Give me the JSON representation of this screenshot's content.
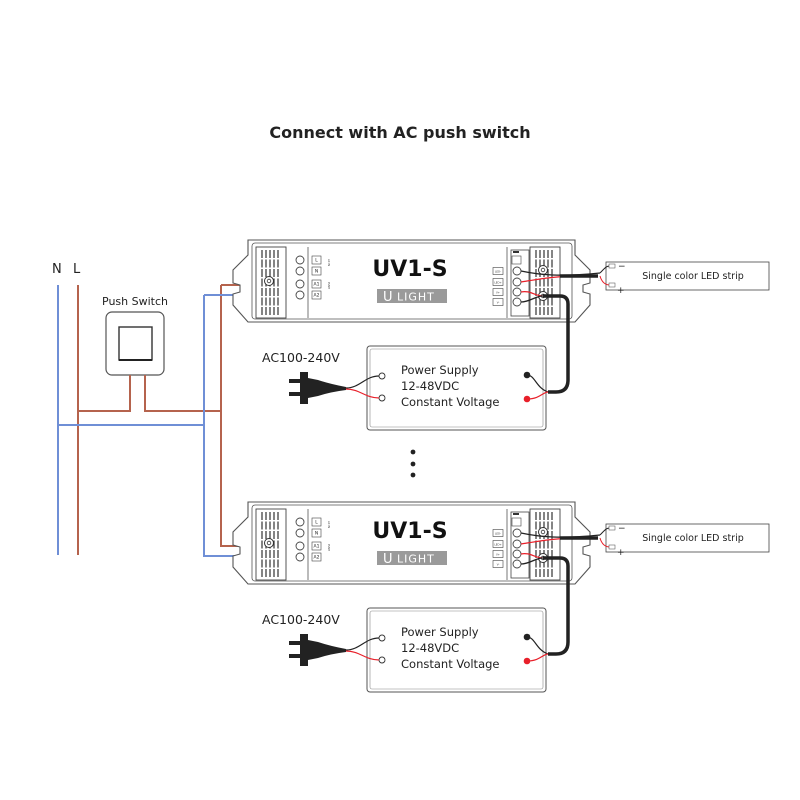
{
  "title": "Connect with AC push switch",
  "mains": {
    "neutral_label": "N",
    "live_label": "L"
  },
  "switch": {
    "label": "Push Switch"
  },
  "colors": {
    "neutral_wire": "#6f8fd6",
    "live_wire": "#b5634d",
    "dc_positive": "#e8202a",
    "dc_negative": "#222222",
    "outline": "#555555",
    "brand_bg": "#9a9a9a"
  },
  "controllers": [
    {
      "model": "UV1-S",
      "brand": "LIGHT",
      "brand_initial": "U",
      "input_terminals": [
        "L",
        "N",
        "A1",
        "A2"
      ],
      "output_terminals": [
        "LED-",
        "LED+",
        "V+",
        "V-"
      ],
      "led_strip": {
        "label": "Single color LED strip",
        "neg": "−",
        "pos": "+"
      },
      "power_supply": {
        "input_label": "AC100-240V",
        "lines": [
          "Power Supply",
          "12-48VDC",
          "Constant Voltage"
        ]
      }
    },
    {
      "model": "UV1-S",
      "brand": "LIGHT",
      "brand_initial": "U",
      "input_terminals": [
        "L",
        "N",
        "A1",
        "A2"
      ],
      "output_terminals": [
        "LED-",
        "LED+",
        "V+",
        "V-"
      ],
      "led_strip": {
        "label": "Single color LED strip",
        "neg": "−",
        "pos": "+"
      },
      "power_supply": {
        "input_label": "AC100-240V",
        "lines": [
          "Power Supply",
          "12-48VDC",
          "Constant Voltage"
        ]
      }
    }
  ],
  "continuation": "⋮"
}
